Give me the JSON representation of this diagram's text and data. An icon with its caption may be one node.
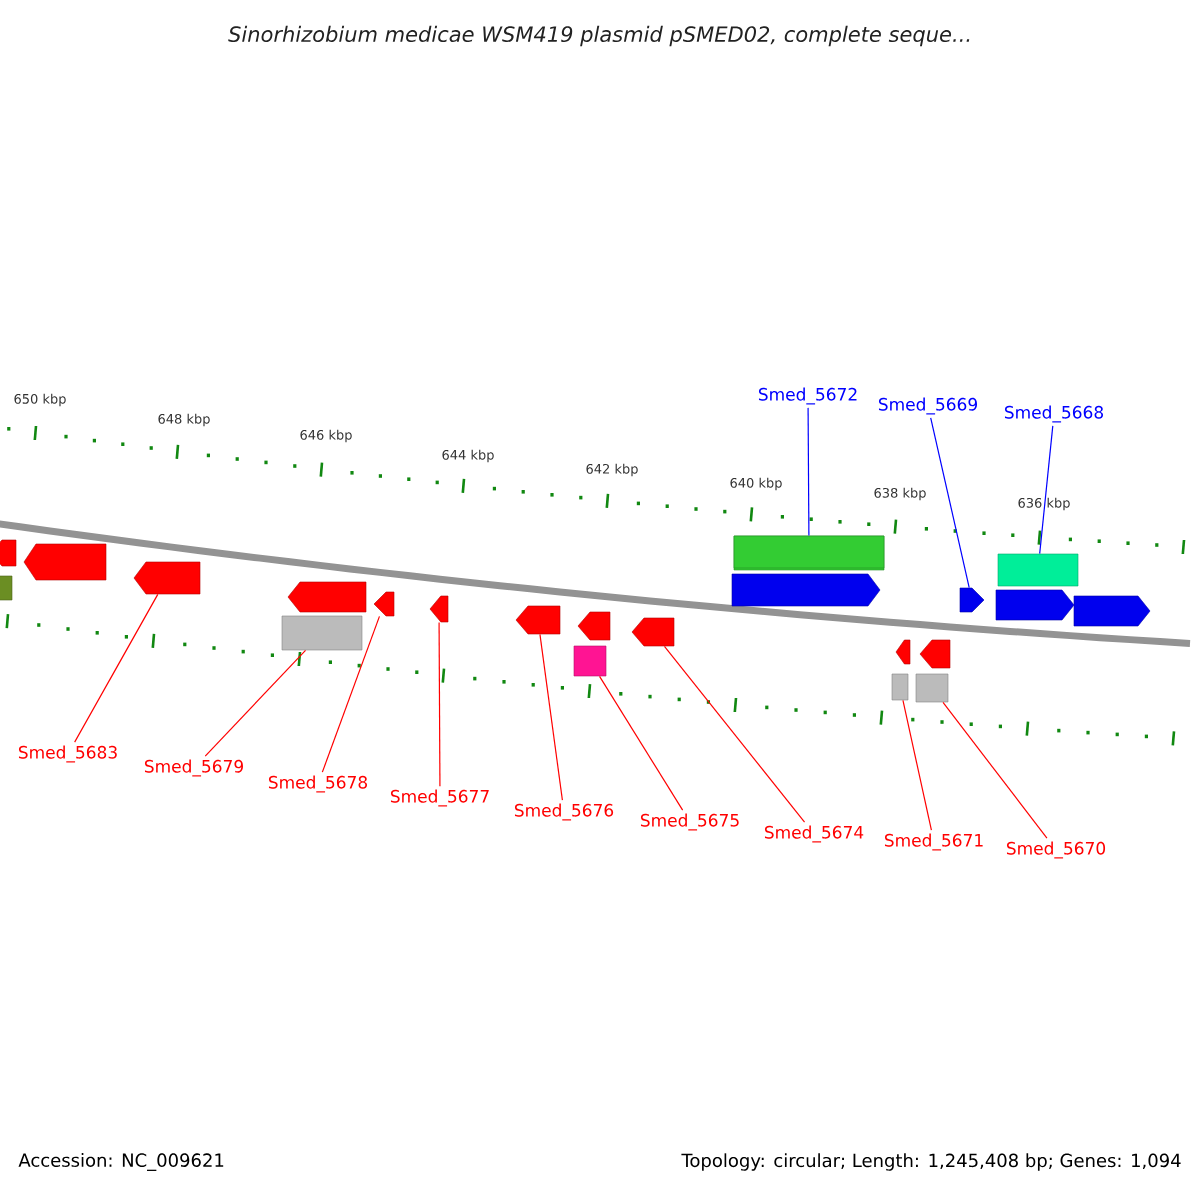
{
  "diagram": {
    "title": "Sinorhizobium medicae WSM419 plasmid pSMED02, complete seque...",
    "nodes": [
      {
        "text": [
          "Smed_5672"
        ]
      },
      {
        "text": [
          "Smed_5669"
        ]
      },
      {
        "text": [
          "Smed_5668"
        ]
      },
      {
        "text": [
          "Smed_5683"
        ]
      },
      {
        "text": [
          "Smed_5679"
        ]
      },
      {
        "text": [
          "Smed_5678"
        ]
      },
      {
        "text": [
          "Smed_5677"
        ]
      },
      {
        "text": [
          "Smed_5676"
        ]
      },
      {
        "text": [
          "Smed_5675"
        ]
      },
      {
        "text": [
          "Smed_5674"
        ]
      },
      {
        "text": [
          "Smed_5671"
        ]
      },
      {
        "text": [
          "Smed_5670"
        ]
      },
      {
        "text": [],
        "shape": "bar"
      },
      {
        "text": [],
        "shape": "bar"
      },
      {
        "text": [],
        "shape": "bar"
      },
      {
        "text": [],
        "shape": "bar"
      },
      {
        "text": [],
        "shape": "bar"
      },
      {
        "text": [],
        "shape": "bar"
      },
      {
        "text": [],
        "shape": "bar"
      },
      {
        "text": [],
        "shape": "bar"
      },
      {
        "text": [],
        "shape": "bar"
      },
      {
        "text": [],
        "shape": "bar"
      },
      {
        "text": [],
        "shape": "bar"
      },
      {
        "text": [],
        "shape": "bar"
      },
      {
        "text": [],
        "shape": "bar"
      }
    ],
    "edges": [
      {
        "from": 0,
        "to": 19,
        "arrow": "none",
        "color": "#0000ff"
      },
      {
        "from": 1,
        "to": 23,
        "arrow": "none",
        "color": "#0000ff"
      },
      {
        "from": 2,
        "to": 24,
        "arrow": "none",
        "color": "#0000ff"
      },
      {
        "from": 3,
        "to": 12,
        "arrow": "none"
      },
      {
        "from": 4,
        "to": 13,
        "arrow": "none"
      },
      {
        "from": 5,
        "to": 14,
        "arrow": "none"
      },
      {
        "from": 6,
        "to": 15,
        "arrow": "none"
      },
      {
        "from": 7,
        "to": 16,
        "arrow": "none"
      },
      {
        "from": 8,
        "to": 17,
        "arrow": "none"
      },
      {
        "from": 9,
        "to": 18,
        "arrow": "none"
      },
      {
        "from": 10,
        "to": 21,
        "arrow": "none"
      },
      {
        "from": 11,
        "to": 22,
        "arrow": "none"
      }
    ],
    "labels": [
      "650 kbp",
      "648 kbp",
      "646 kbp",
      "644 kbp",
      "642 kbp",
      "640 kbp",
      "638 kbp",
      "636 kbp",
      "Accession: NC_009621",
      "Topology: circular; Length: 1,245,408 bp; Genes: 1,094"
    ]
  }
}
